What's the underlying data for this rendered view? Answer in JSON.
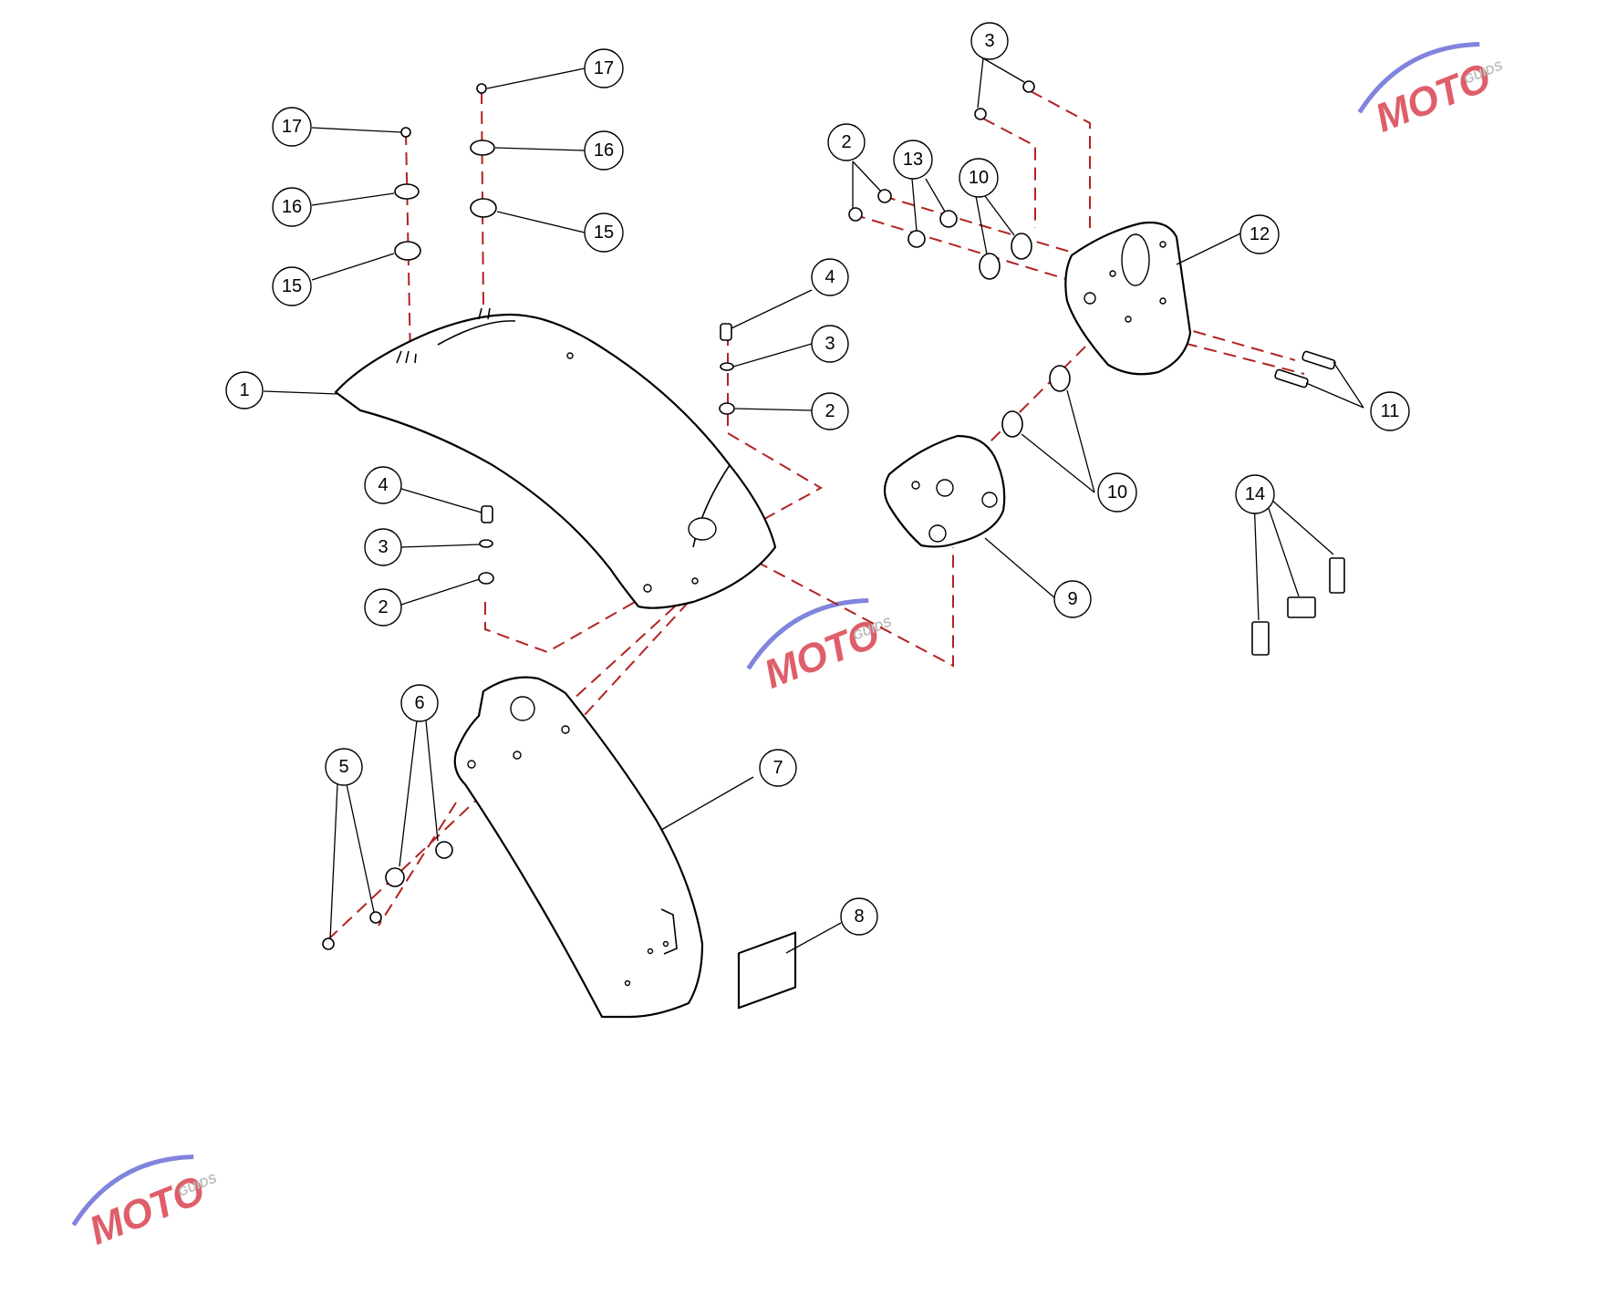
{
  "callouts": [
    {
      "label": "1"
    },
    {
      "label": "2"
    },
    {
      "label": "3"
    },
    {
      "label": "4"
    },
    {
      "label": "4"
    },
    {
      "label": "3"
    },
    {
      "label": "2"
    },
    {
      "label": "17"
    },
    {
      "label": "16"
    },
    {
      "label": "15"
    },
    {
      "label": "17"
    },
    {
      "label": "16"
    },
    {
      "label": "15"
    },
    {
      "label": "3"
    },
    {
      "label": "2"
    },
    {
      "label": "13"
    },
    {
      "label": "10"
    },
    {
      "label": "12"
    },
    {
      "label": "11"
    },
    {
      "label": "10"
    },
    {
      "label": "9"
    },
    {
      "label": "14"
    },
    {
      "label": "6"
    },
    {
      "label": "5"
    },
    {
      "label": "7"
    },
    {
      "label": "8"
    }
  ],
  "watermark": {
    "brand_main": "MOTO",
    "brand_sub": "GUIDS",
    "colors": {
      "red": "#d9434f",
      "blue": "#6b6fd6",
      "grey": "#b3b3b3"
    }
  },
  "colors": {
    "dash": "#b22222",
    "line": "#000000",
    "background": "#ffffff"
  }
}
